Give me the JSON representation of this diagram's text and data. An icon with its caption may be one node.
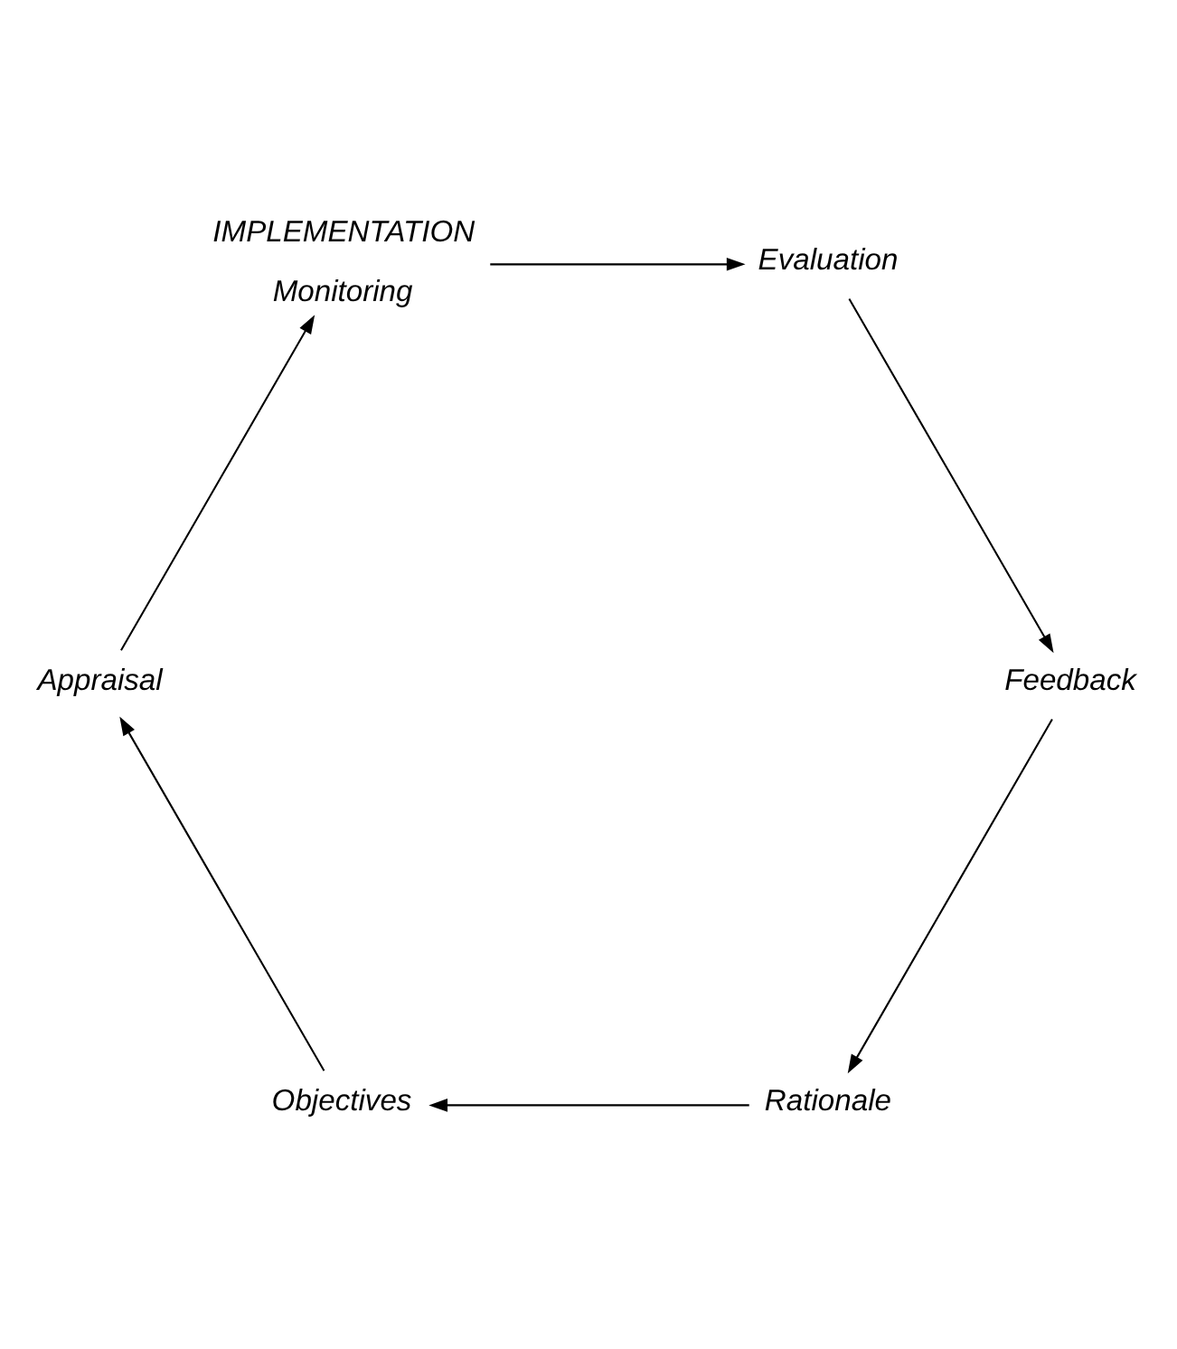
{
  "diagram": {
    "nodes": [
      {
        "text": [
          "Rationale"
        ]
      },
      {
        "text": [
          "Objectives"
        ]
      },
      {
        "text": [
          "Appraisal"
        ]
      },
      {
        "text": [
          "IMPLEMENTATION",
          "Monitoring"
        ]
      },
      {
        "text": [
          "Evaluation"
        ]
      },
      {
        "text": [
          "Feedback"
        ]
      }
    ],
    "edges": [
      {
        "from": 0,
        "to": 1,
        "arrow": "to"
      },
      {
        "from": 1,
        "to": 2,
        "arrow": "to"
      },
      {
        "from": 2,
        "to": 3,
        "arrow": "to"
      },
      {
        "from": 3,
        "to": 4,
        "arrow": "to"
      },
      {
        "from": 4,
        "to": 5,
        "arrow": "to"
      },
      {
        "from": 5,
        "to": 0,
        "arrow": "to"
      }
    ]
  }
}
